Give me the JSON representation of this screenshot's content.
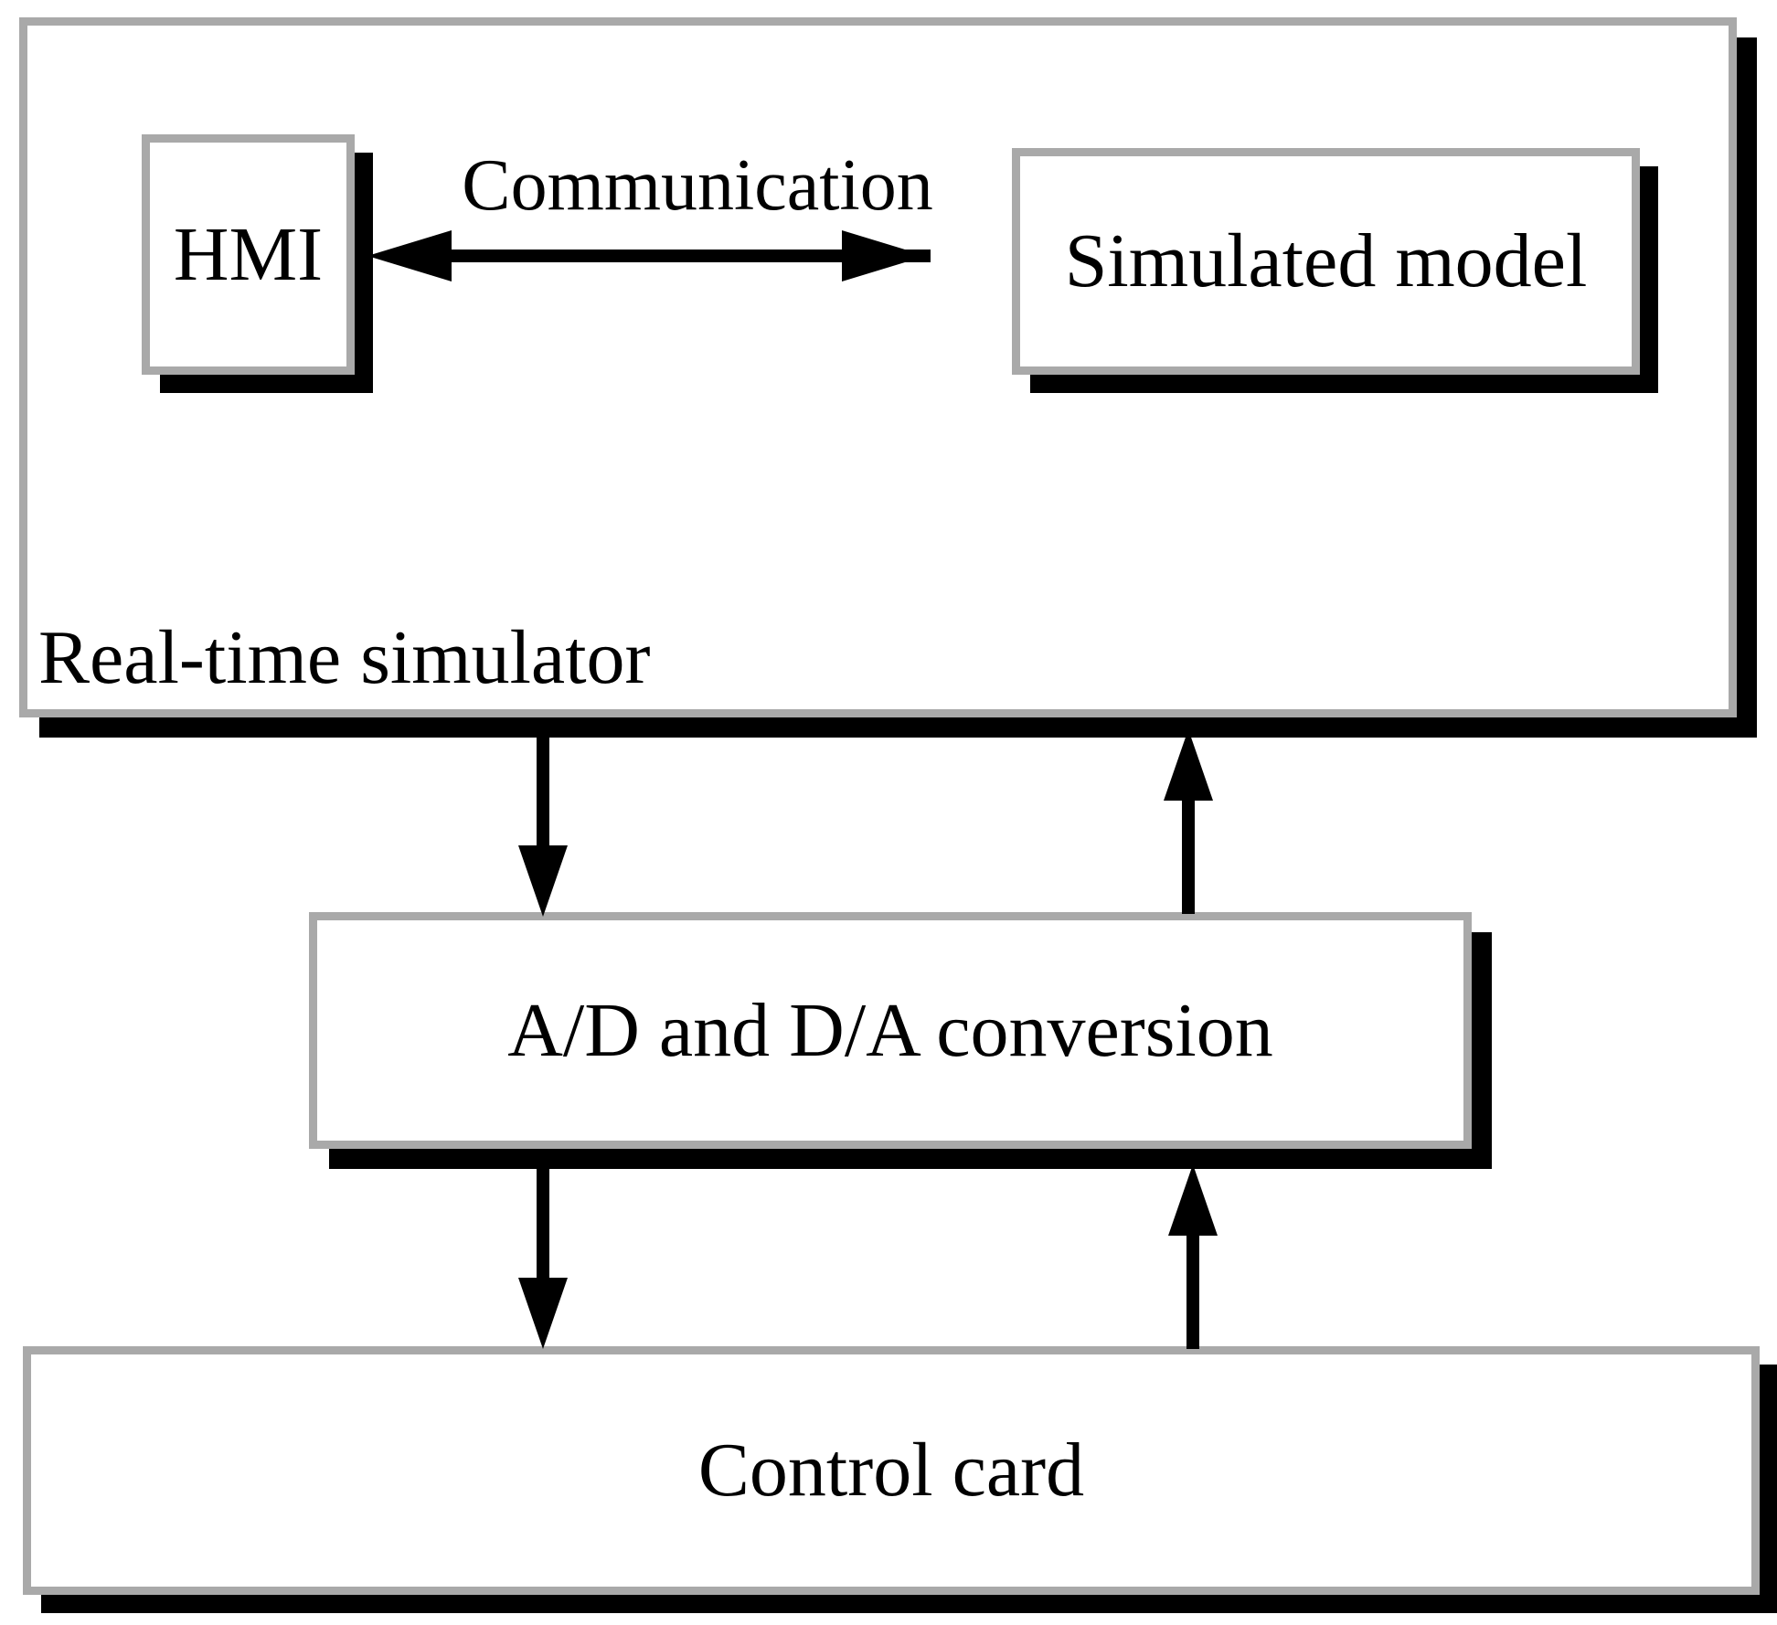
{
  "nodes": {
    "real_time_simulator": {
      "label": "Real-time simulator"
    },
    "hmi": {
      "label": "HMI"
    },
    "simulated_model": {
      "label": "Simulated model"
    },
    "ad_da_conversion": {
      "label": "A/D and D/A conversion"
    },
    "control_card": {
      "label": "Control card"
    }
  },
  "edges": {
    "communication": {
      "label": "Communication",
      "from": "hmi",
      "to": "simulated_model",
      "direction": "bidirectional"
    },
    "simulator_to_conversion": {
      "from": "real_time_simulator",
      "to": "ad_da_conversion",
      "direction": "down"
    },
    "conversion_to_simulator": {
      "from": "ad_da_conversion",
      "to": "real_time_simulator",
      "direction": "up"
    },
    "conversion_to_card": {
      "from": "ad_da_conversion",
      "to": "control_card",
      "direction": "down"
    },
    "card_to_conversion": {
      "from": "control_card",
      "to": "ad_da_conversion",
      "direction": "up"
    }
  },
  "colors": {
    "border_gray": "#a9a9a9",
    "shadow_black": "#000000",
    "background": "#ffffff",
    "text": "#000000"
  }
}
